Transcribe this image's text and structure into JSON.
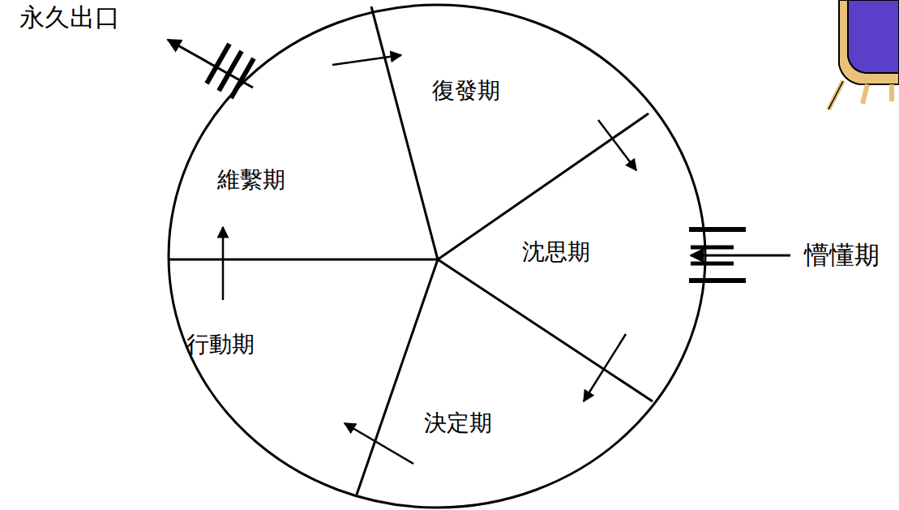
{
  "diagram": {
    "nodes": [
      {
        "text": [
          "沈思期"
        ]
      },
      {
        "text": [
          "決定期"
        ]
      },
      {
        "text": [
          "行動期"
        ]
      },
      {
        "text": [
          "維繫期"
        ]
      },
      {
        "text": [
          "復發期"
        ]
      }
    ],
    "edges": [
      {
        "from": 0,
        "to": 1,
        "arrow": "to"
      },
      {
        "from": 1,
        "to": 2,
        "arrow": "to"
      },
      {
        "from": 2,
        "to": 3,
        "arrow": "to"
      },
      {
        "from": 3,
        "to": 4,
        "arrow": "to"
      },
      {
        "from": 4,
        "to": 0,
        "arrow": "to"
      }
    ],
    "labels": [
      "永久出口",
      "懵懂期"
    ]
  }
}
